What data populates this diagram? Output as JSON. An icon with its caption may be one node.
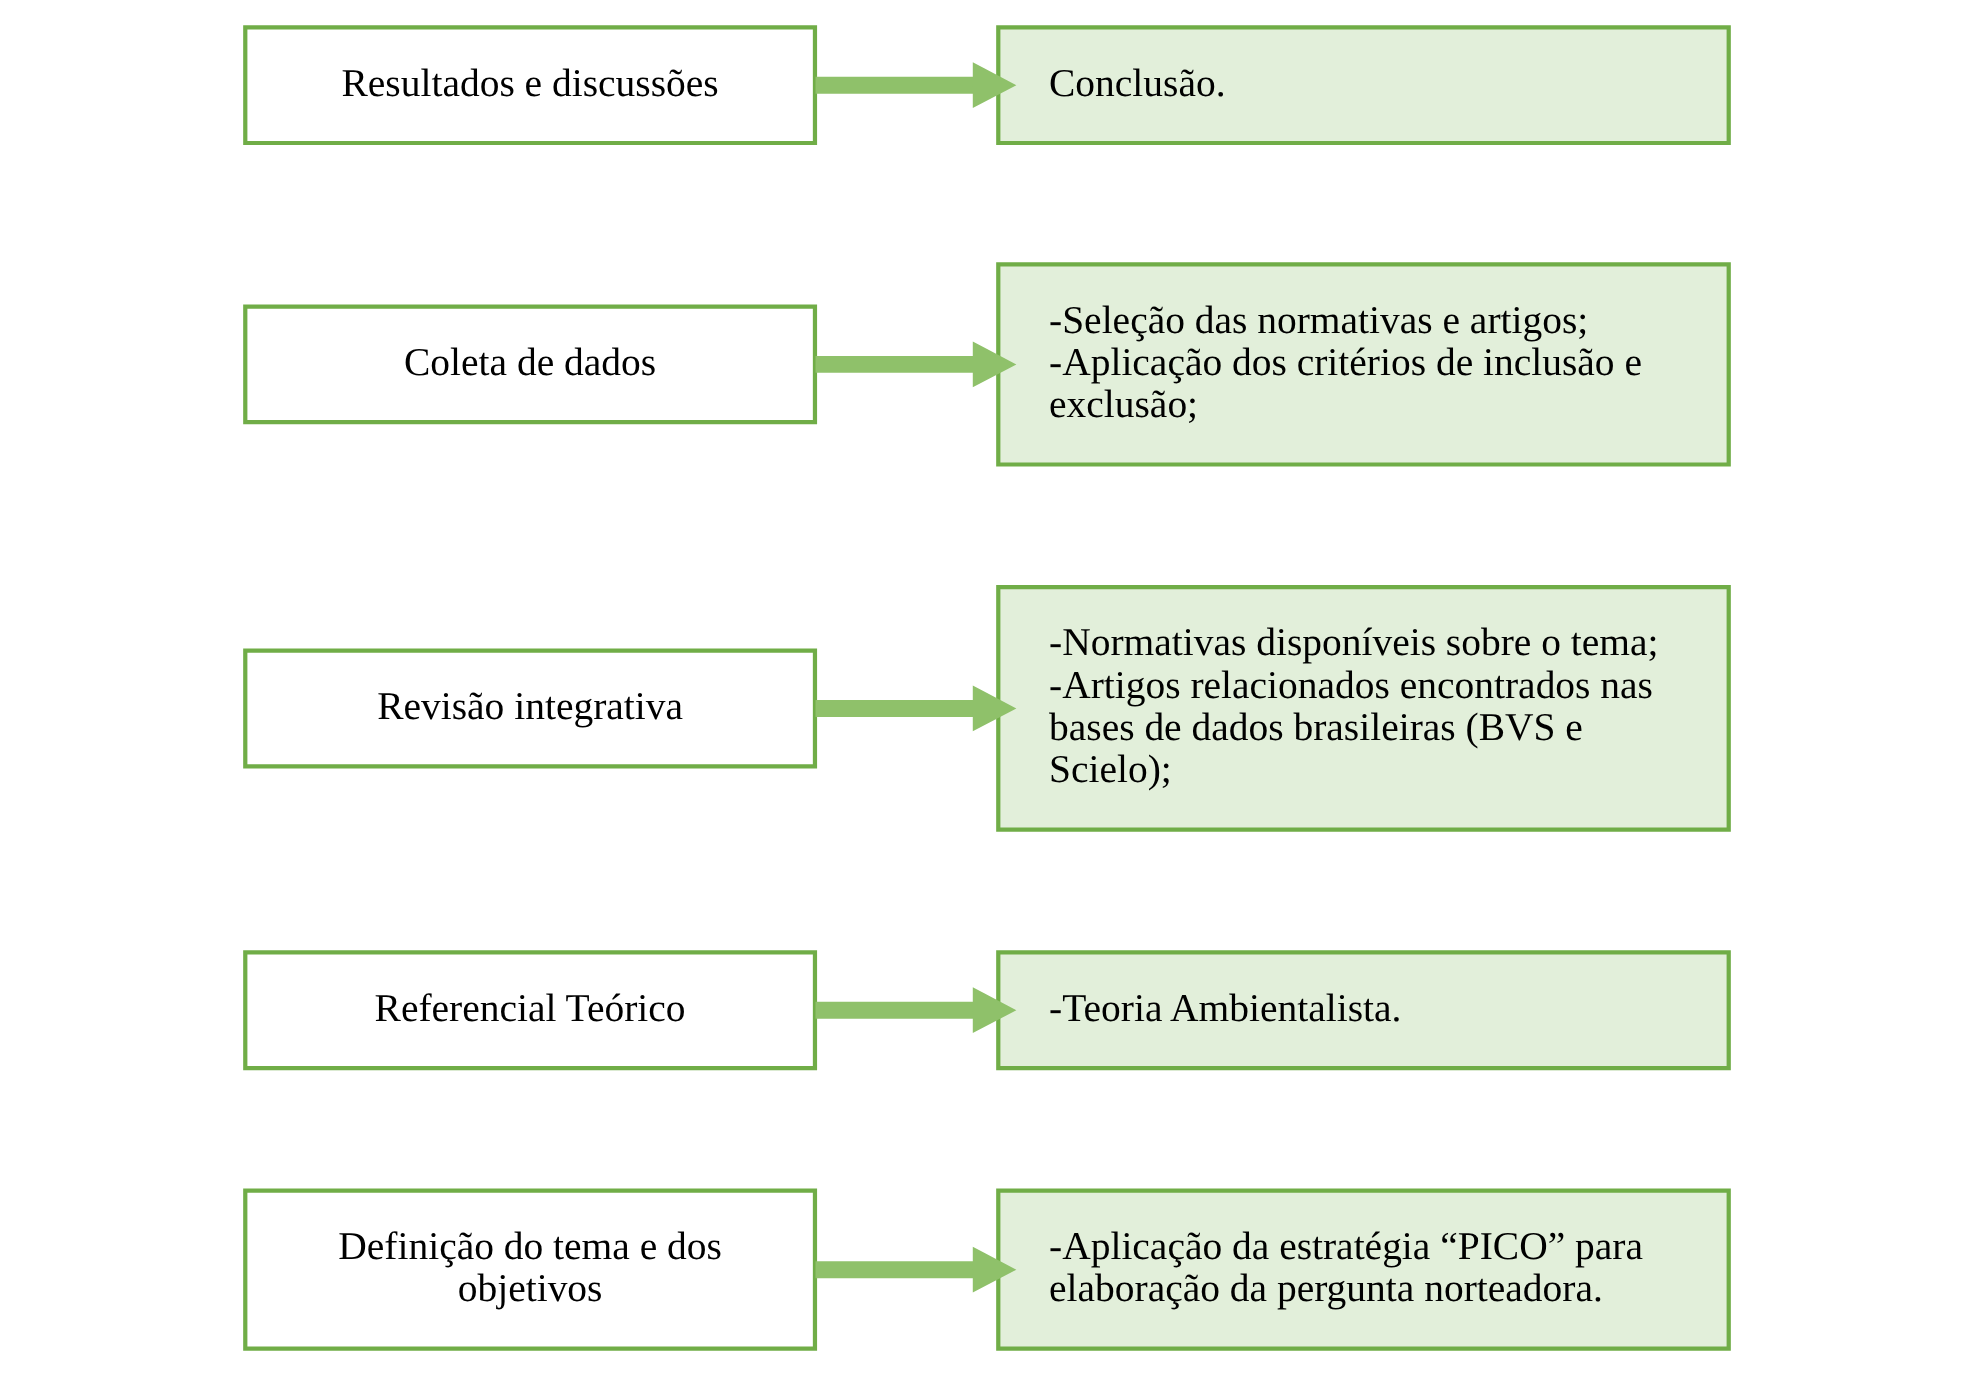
{
  "diagram": {
    "nodes": [
      {
        "text": [
          "Definição do tema e dos objetivos"
        ]
      },
      {
        "text": [
          "-Aplicação da estratégia “PICO” para elaboração da pergunta norteadora."
        ]
      },
      {
        "text": [
          "Referencial Teórico"
        ]
      },
      {
        "text": [
          "-Teoria Ambientalista."
        ]
      },
      {
        "text": [
          "Revisão integrativa"
        ]
      },
      {
        "text": [
          "-Normativas disponíveis sobre o tema;",
          "-Artigos relacionados encontrados nas bases de dados brasileiras (BVS e Scielo);"
        ]
      },
      {
        "text": [
          "Coleta de dados"
        ]
      },
      {
        "text": [
          "-Seleção das normativas e artigos;",
          "-Aplicação dos critérios de inclusão e exclusão;"
        ]
      },
      {
        "text": [
          "Resultados e discussões"
        ]
      },
      {
        "text": [
          "Conclusão."
        ]
      }
    ],
    "edges": [
      {
        "from": 0,
        "to": 1,
        "arrow": "to"
      },
      {
        "from": 2,
        "to": 3,
        "arrow": "to"
      },
      {
        "from": 4,
        "to": 5,
        "arrow": "to"
      },
      {
        "from": 6,
        "to": 7,
        "arrow": "to"
      },
      {
        "from": 8,
        "to": 9,
        "arrow": "to"
      }
    ]
  }
}
